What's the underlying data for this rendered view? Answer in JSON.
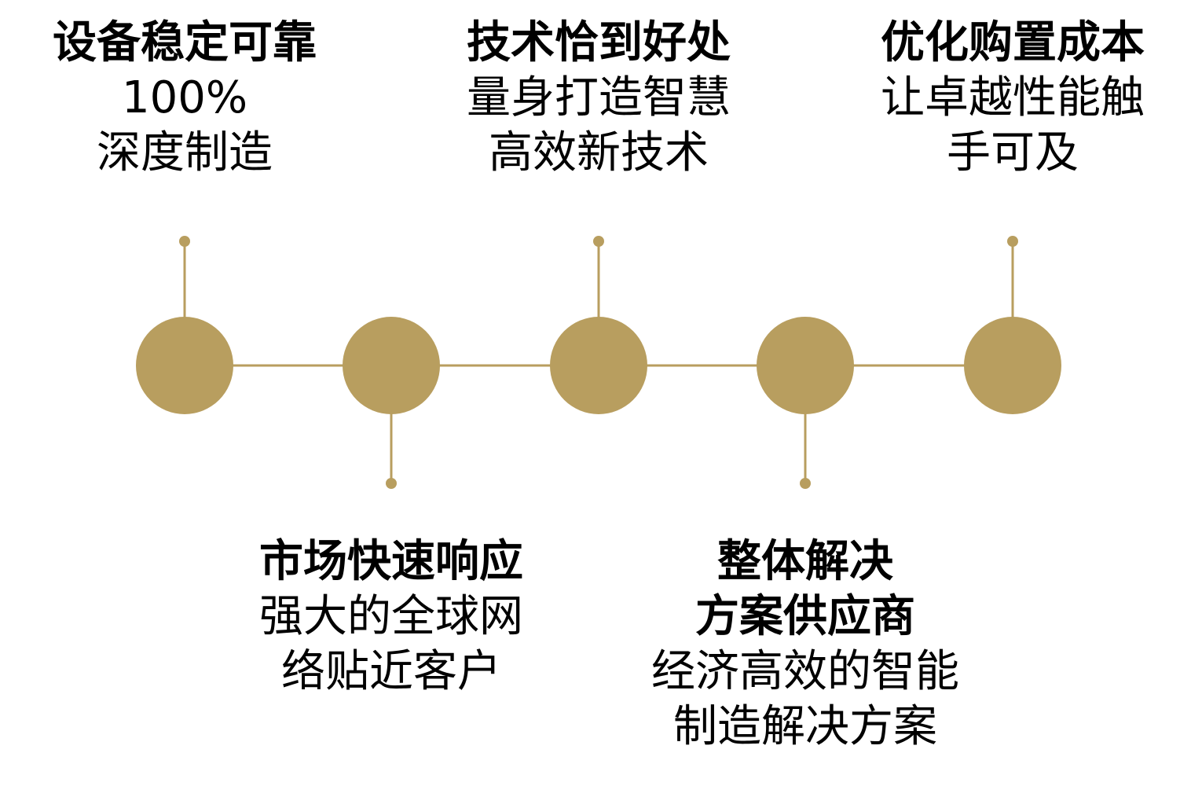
{
  "accent_color": "#B89E5F",
  "nodes": [
    {
      "title": [
        "设备稳定可靠"
      ],
      "body": [
        "100%",
        "深度制造"
      ],
      "position": "top"
    },
    {
      "title": [
        "市场快速响应"
      ],
      "body": [
        "强大的全球网",
        "络贴近客户"
      ],
      "position": "bottom"
    },
    {
      "title": [
        "技术恰到好处"
      ],
      "body": [
        "量身打造智慧",
        "高效新技术"
      ],
      "position": "top"
    },
    {
      "title": [
        "整体解决",
        "方案供应商"
      ],
      "body": [
        "经济高效的智能",
        "制造解决方案"
      ],
      "position": "bottom"
    },
    {
      "title": [
        "优化购置成本"
      ],
      "body": [
        "让卓越性能触",
        "手可及"
      ],
      "position": "top"
    }
  ]
}
